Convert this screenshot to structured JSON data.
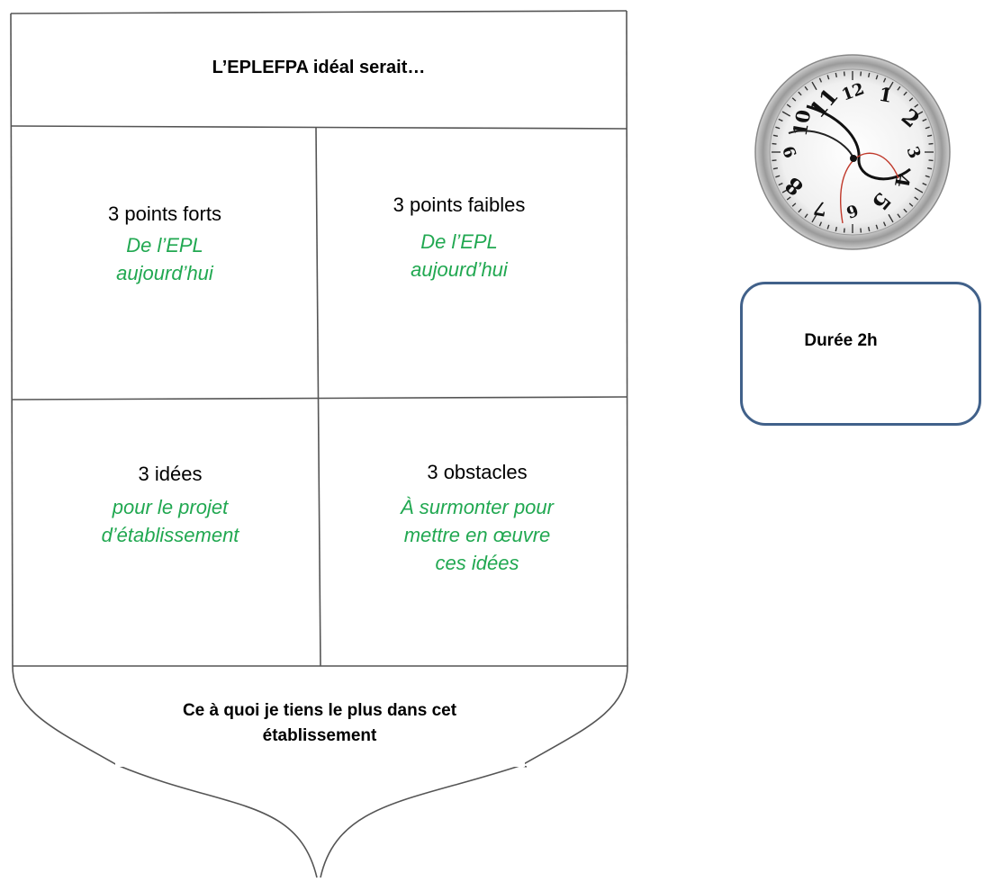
{
  "shield": {
    "title": "L’EPLEFPA idéal serait…",
    "cells": [
      {
        "title": "3 points forts",
        "subtitle_lines": [
          "De l’EPL",
          "aujourd’hui"
        ]
      },
      {
        "title": "3 points faibles",
        "subtitle_lines": [
          "De l’EPL",
          "aujourd’hui"
        ]
      },
      {
        "title": "3 idées",
        "subtitle_lines": [
          "pour le projet",
          "d’établissement"
        ]
      },
      {
        "title": "3 obstacles",
        "subtitle_lines": [
          "À surmonter pour",
          "mettre en œuvre",
          "ces idées"
        ]
      }
    ],
    "bottom_lines": [
      "Ce à quoi je tiens le plus dans cet",
      "établissement"
    ]
  },
  "clock": {
    "icon": "melting-clock-icon",
    "numbers": [
      "12",
      "1",
      "2",
      "3",
      "4",
      "5",
      "6",
      "7",
      "8",
      "9",
      "10",
      "11"
    ]
  },
  "duration": {
    "label": "Durée 2h"
  },
  "colors": {
    "accent_green": "#21a851",
    "box_border": "#41618a",
    "line": "#555555"
  }
}
